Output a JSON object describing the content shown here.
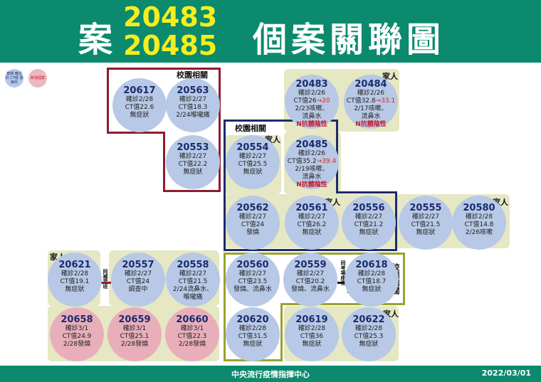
{
  "header": {
    "case_prefix": "案",
    "case_a": "20483",
    "case_b": "20485",
    "case_suffix": "個案關聯圖",
    "background_color": "#0b8a6d",
    "accent_color": "#f6ee1c"
  },
  "legend": {
    "case_label": "案號 確診日 CT值 發病日",
    "new_label": "新增個案"
  },
  "labels": {
    "school_1": "校園相關",
    "school_2": "校園相關",
    "school_3": "校園相關",
    "family_1": "家人",
    "family_2": "家人",
    "family_3": "家人",
    "family_4": "家人",
    "family_5": "家人",
    "family_6": "家人",
    "same_class": "同補習班",
    "same_desk": "同考場座位",
    "related": "相關"
  },
  "cases": {
    "c20617": {
      "id": "20617",
      "l1": "確診2/28",
      "l2": "CT值22.6",
      "l3": "無症狀"
    },
    "c20563": {
      "id": "20563",
      "l1": "確診2/27",
      "l2": "CT值18.3",
      "l3": "2/24喉嚨痛"
    },
    "c20553": {
      "id": "20553",
      "l1": "確診2/27",
      "l2": "CT值22.2",
      "l3": "無症狀"
    },
    "c20554": {
      "id": "20554",
      "l1": "確診2/27",
      "l2": "CT值25.5",
      "l3": "無症狀"
    },
    "c20483": {
      "id": "20483",
      "l1": "確診2/26",
      "l2a": "CT值26",
      "l2b": "→20",
      "l3": "2/23咳嗽、",
      "l4": "流鼻水",
      "neg": "N抗體陰性"
    },
    "c20484": {
      "id": "20484",
      "l1": "確診2/26",
      "l2a": "CT值32.8",
      "l2b": "→33.1",
      "l3": "2/17咳嗽、",
      "l4": "流鼻水",
      "neg": "N抗體陰性"
    },
    "c20485": {
      "id": "20485",
      "l1": "確診2/26",
      "l2a": "CT值35.2",
      "l2b": "→39.4",
      "l3": "2/19咳嗽、",
      "l4": "流鼻水",
      "neg": "N抗體陰性"
    },
    "c20562": {
      "id": "20562",
      "l1": "確診2/27",
      "l2": "CT值24",
      "l3": "發燒"
    },
    "c20561": {
      "id": "20561",
      "l1": "確診2/27",
      "l2": "CT值26.2",
      "l3": "無症狀"
    },
    "c20556": {
      "id": "20556",
      "l1": "確診2/27",
      "l2": "CT值21.2",
      "l3": "無症狀"
    },
    "c20555": {
      "id": "20555",
      "l1": "確診2/27",
      "l2": "CT值21.5",
      "l3": "無症狀"
    },
    "c20580": {
      "id": "20580",
      "l1": "確診2/28",
      "l2": "CT值14.8",
      "l3": "2/26咳嗽"
    },
    "c20621": {
      "id": "20621",
      "l1": "確診2/28",
      "l2": "CT值19.1",
      "l3": "無症狀"
    },
    "c20557": {
      "id": "20557",
      "l1": "確診2/27",
      "l2": "CT值24",
      "l3": "調查中"
    },
    "c20558": {
      "id": "20558",
      "l1": "確診2/27",
      "l2": "CT值21.5",
      "l3": "2/24流鼻水、",
      "l4": "喉嚨痛"
    },
    "c20560": {
      "id": "20560",
      "l1": "確診2/27",
      "l2": "CT值23.5",
      "l3": "發燒、流鼻水"
    },
    "c20559": {
      "id": "20559",
      "l1": "確診2/27",
      "l2": "CT值20.2",
      "l3": "發燒、流鼻水"
    },
    "c20618": {
      "id": "20618",
      "l1": "確診2/28",
      "l2": "CT值18.7",
      "l3": "無症狀"
    },
    "c20658": {
      "id": "20658",
      "l1": "確診3/1",
      "l2": "CT值24.9",
      "l3": "2/28發燒"
    },
    "c20659": {
      "id": "20659",
      "l1": "確診3/1",
      "l2": "CT值25.1",
      "l3": "2/28發燒"
    },
    "c20660": {
      "id": "20660",
      "l1": "確診3/1",
      "l2": "CT值22.3",
      "l3": "2/28發燒"
    },
    "c20620": {
      "id": "20620",
      "l1": "確診2/28",
      "l2": "CT值31.5",
      "l3": "無症狀"
    },
    "c20619": {
      "id": "20619",
      "l1": "確診2/28",
      "l2": "CT值36",
      "l3": "無症狀"
    },
    "c20622": {
      "id": "20622",
      "l1": "確診2/28",
      "l2": "CT值25.3",
      "l3": "無症狀"
    }
  },
  "footer": {
    "center": "中央流行疫情指揮中心",
    "date": "2022/03/01"
  }
}
